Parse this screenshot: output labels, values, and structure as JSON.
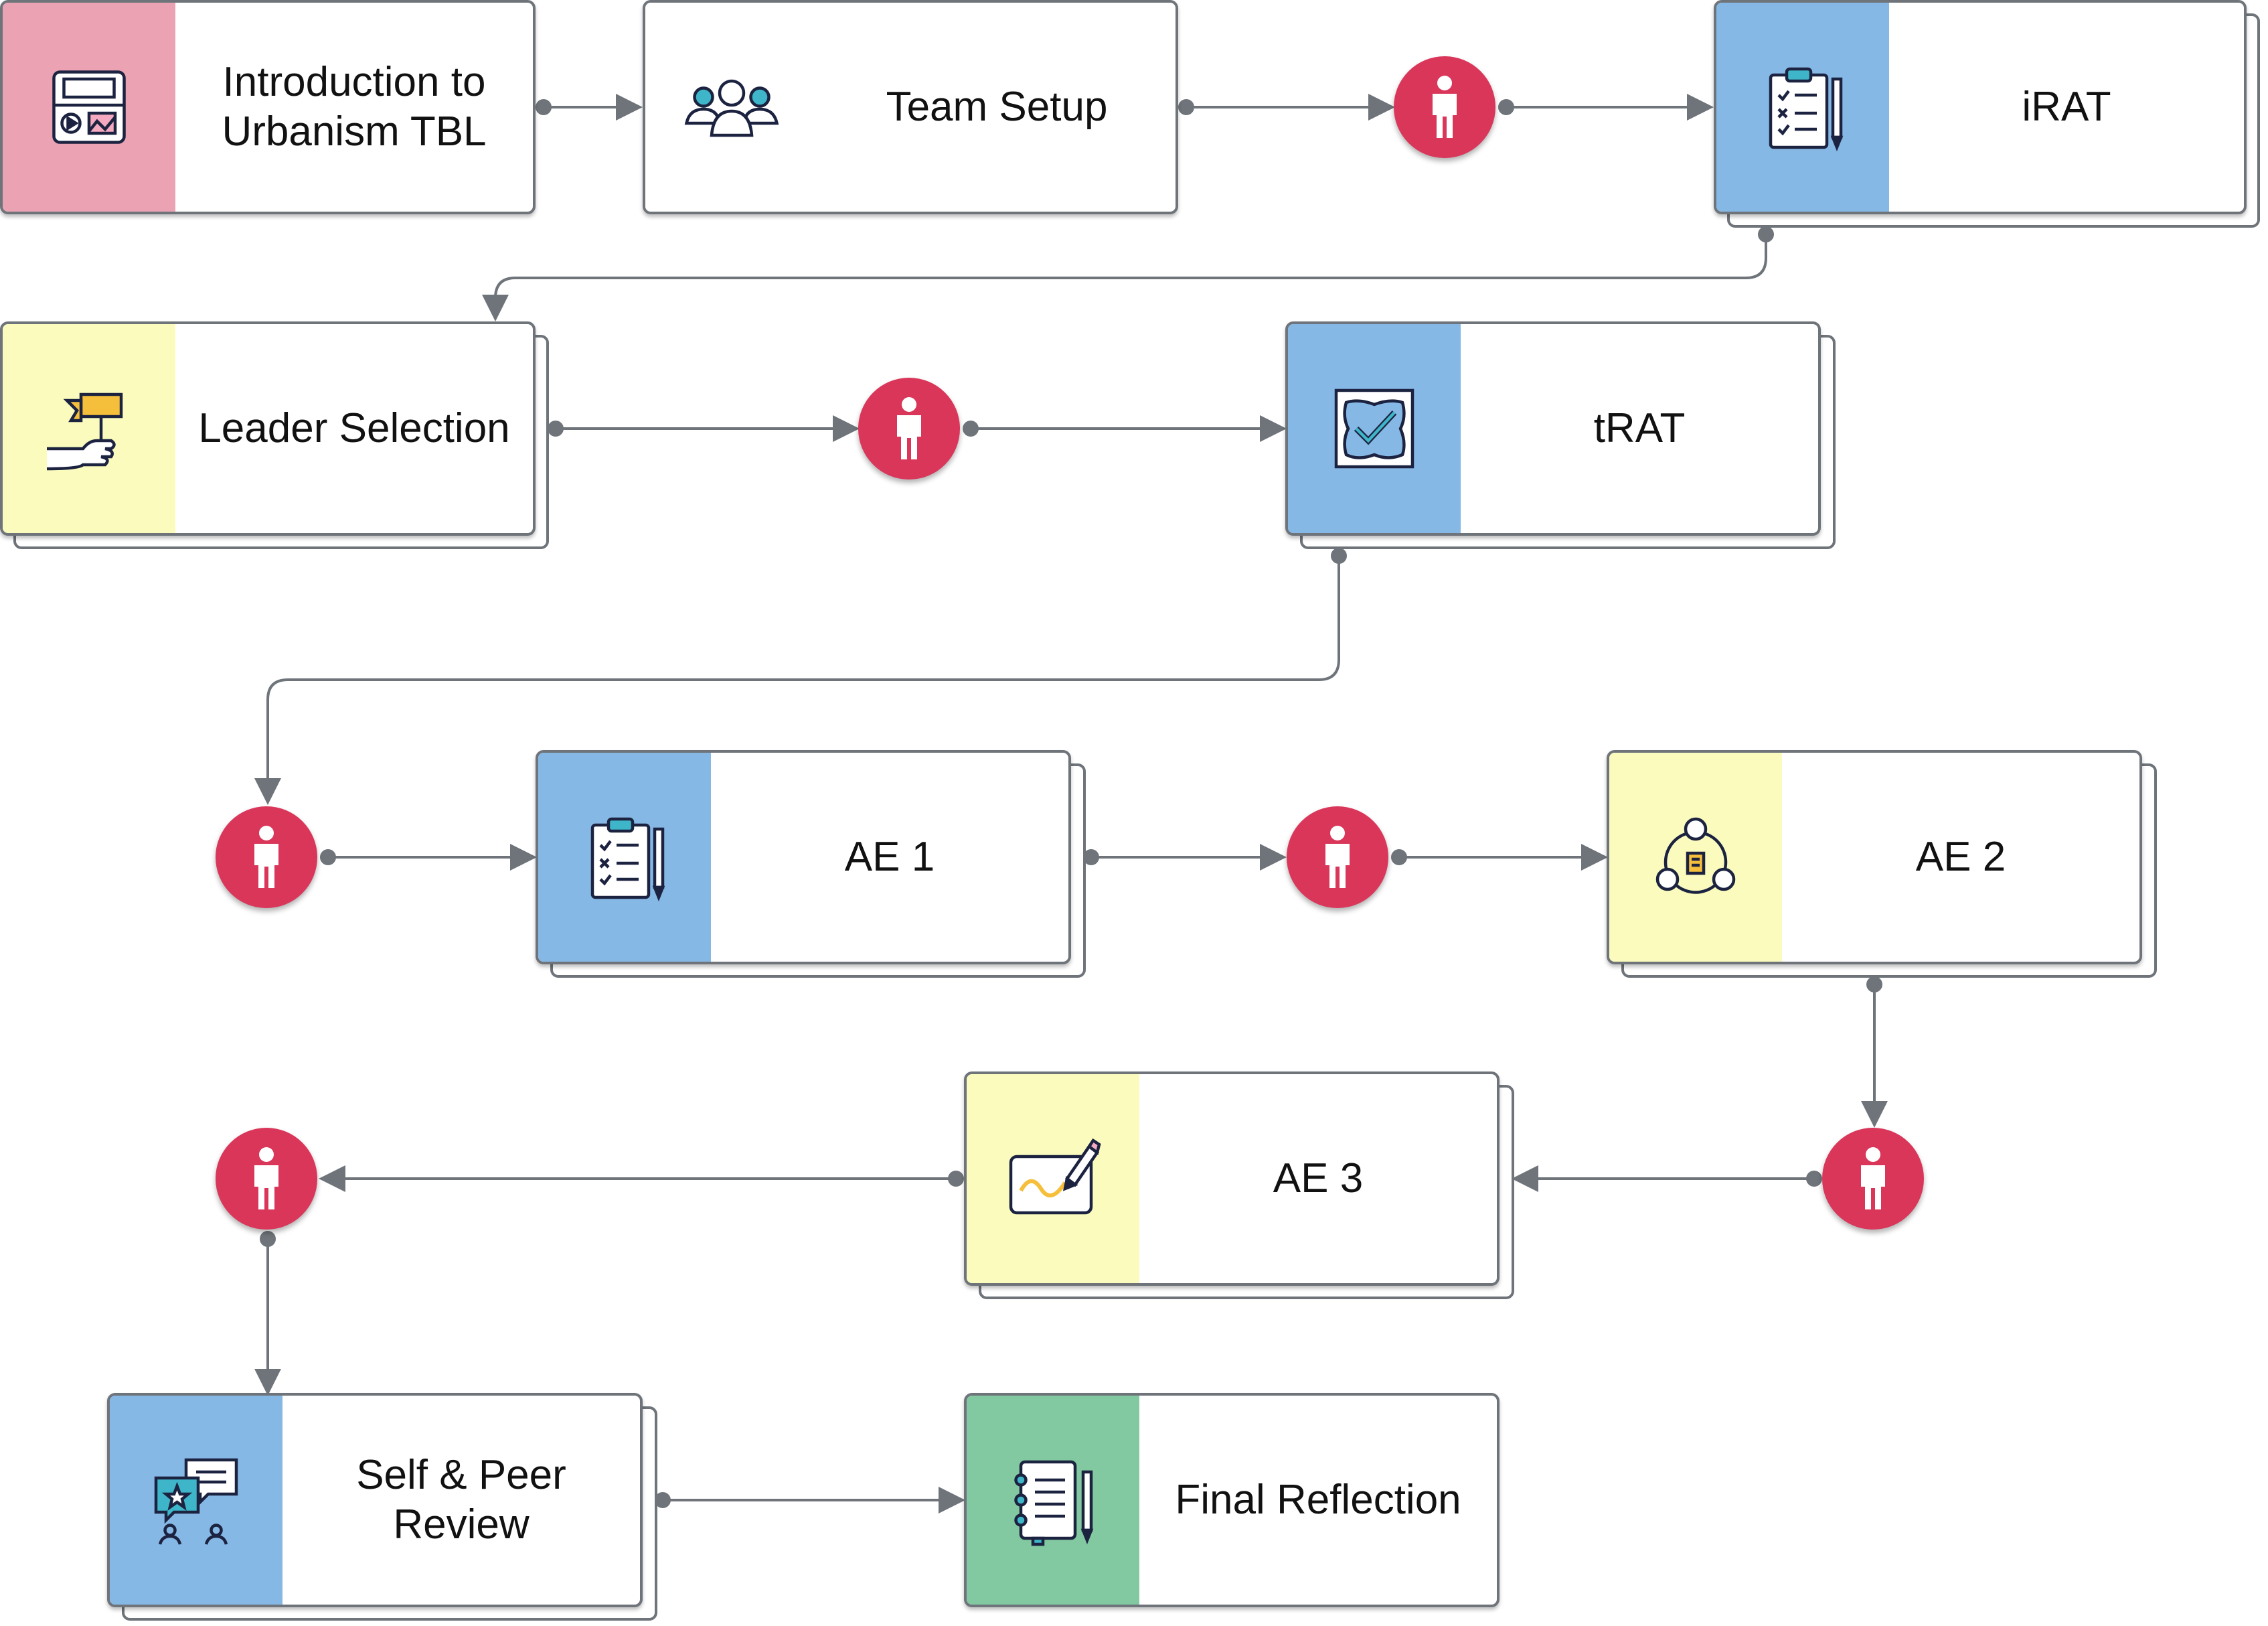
{
  "colors": {
    "pink": "#eba3b4",
    "blue": "#86b8e6",
    "yellow": "#fbfbbe",
    "green": "#82c8a0",
    "node": "#d9365a",
    "line": "#6e747a"
  },
  "activities": [
    {
      "id": "intro",
      "label": "Introduction to Urbanism TBL",
      "color": "pink",
      "icon": "media-presentation-icon"
    },
    {
      "id": "team",
      "label": "Team Setup",
      "color": "none",
      "icon": "team-group-icon"
    },
    {
      "id": "irat",
      "label": "iRAT",
      "color": "blue",
      "icon": "clipboard-checklist-icon"
    },
    {
      "id": "leader",
      "label": "Leader Selection",
      "color": "yellow",
      "icon": "hand-flag-icon"
    },
    {
      "id": "trat",
      "label": "tRAT",
      "color": "blue",
      "icon": "checkmark-badge-icon"
    },
    {
      "id": "ae1",
      "label": "AE 1",
      "color": "blue",
      "icon": "clipboard-checklist-icon"
    },
    {
      "id": "ae2",
      "label": "AE 2",
      "color": "yellow",
      "icon": "collaboration-icon"
    },
    {
      "id": "ae3",
      "label": "AE 3",
      "color": "yellow",
      "icon": "tablet-pen-icon"
    },
    {
      "id": "review",
      "label": "Self & Peer Review",
      "color": "blue",
      "icon": "chat-bubbles-icon"
    },
    {
      "id": "final",
      "label": "Final Reflection",
      "color": "green",
      "icon": "notebook-pencil-icon"
    }
  ],
  "gate_icon": "person-icon"
}
